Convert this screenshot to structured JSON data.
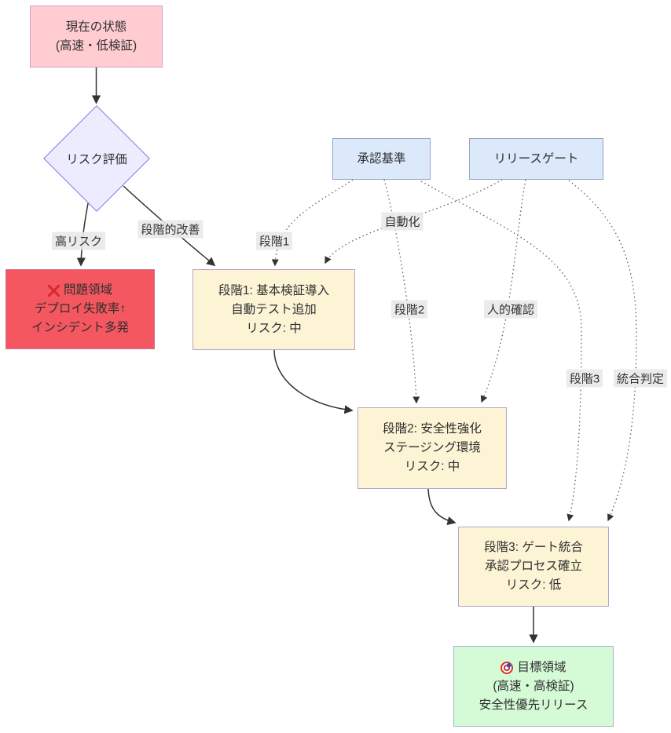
{
  "diagram": {
    "nodes": {
      "current_state": {
        "lines": [
          "現在の状態",
          "(高速・低検証)"
        ]
      },
      "risk_evaluation": {
        "label": "リスク評価"
      },
      "problem_area": {
        "icon": "cross-mark-icon",
        "lines": [
          "問題領域",
          "デプロイ失敗率↑",
          "インシデント多発"
        ]
      },
      "approval_criteria": {
        "label": "承認基準"
      },
      "release_gate": {
        "label": "リリースゲート"
      },
      "phase1": {
        "lines": [
          "段階1: 基本検証導入",
          "自動テスト追加",
          "リスク: 中"
        ]
      },
      "phase2": {
        "lines": [
          "段階2: 安全性強化",
          "ステージング環境",
          "リスク: 中"
        ]
      },
      "phase3": {
        "lines": [
          "段階3: ゲート統合",
          "承認プロセス確立",
          "リスク: 低"
        ]
      },
      "goal_area": {
        "icon": "target-icon",
        "lines": [
          "目標領域",
          "(高速・高検証)",
          "安全性優先リリース"
        ]
      }
    },
    "edge_labels": {
      "high_risk": "高リスク",
      "gradual_improvement": "段階的改善",
      "stage1": "段階1",
      "automation": "自動化",
      "stage2": "段階2",
      "human_check": "人的確認",
      "stage3": "段階3",
      "integrated_judgment": "統合判定"
    },
    "colors": {
      "current_fill": "#ffcdd1",
      "current_stroke": "#d79ec6",
      "problem_fill": "#f4575f",
      "problem_stroke": "#d16f9b",
      "phase_fill": "#fcf4d5",
      "phase_stroke": "#b3a6c9",
      "gate_fill": "#dbe9fb",
      "gate_stroke": "#96a3c5",
      "goal_fill": "#d5fad6",
      "goal_stroke": "#aab6d6",
      "decision_fill": "#ececff",
      "decision_stroke": "#9370db",
      "solid_edge": "#333333",
      "dotted_edge": "#555555",
      "edge_label_bg": "#e8e8e8",
      "cross_mark": "#d92b2f"
    }
  }
}
